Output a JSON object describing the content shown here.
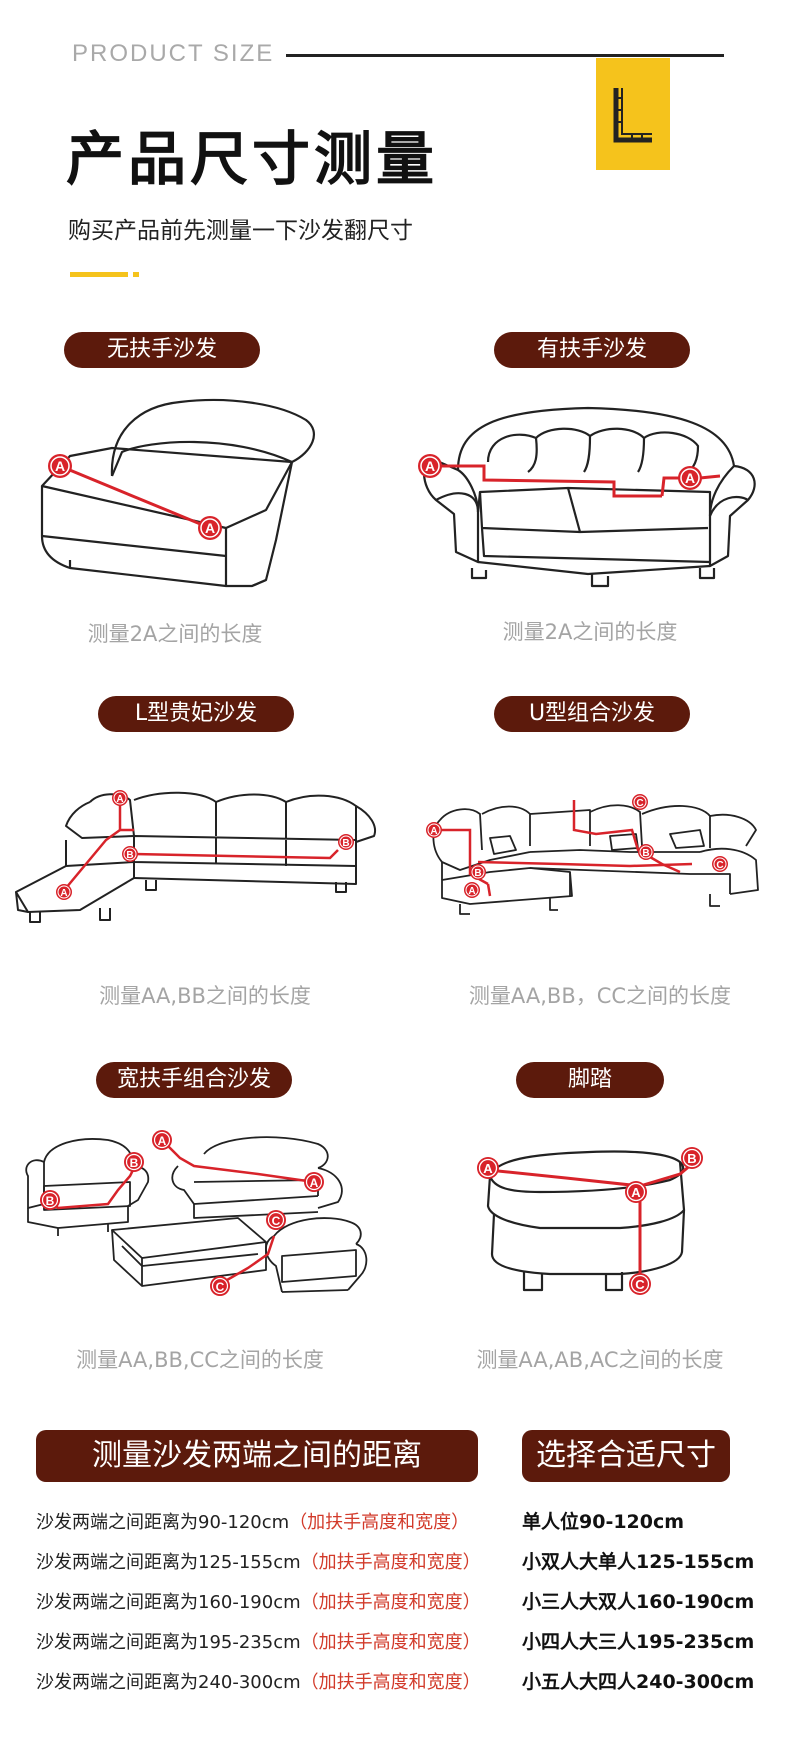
{
  "header": {
    "eng_title": "PRODUCT SIZE",
    "title": "产品尺寸测量",
    "subtitle": "购买产品前先测量一下沙发翻尺寸"
  },
  "sections": [
    {
      "label": "无扶手沙发",
      "caption": "测量2A之间的长度"
    },
    {
      "label": "有扶手沙发",
      "caption": "测量2A之间的长度"
    },
    {
      "label": "L型贵妃沙发",
      "caption": "测量AA,BB之间的长度"
    },
    {
      "label": "U型组合沙发",
      "caption": "测量AA,BB，CC之间的长度"
    },
    {
      "label": "宽扶手组合沙发",
      "caption": "测量AA,BB,CC之间的长度"
    },
    {
      "label": "脚踏",
      "caption": "测量AA,AB,AC之间的长度"
    }
  ],
  "table": {
    "left_header": "测量沙发两端之间的距离",
    "right_header": "选择合适尺寸",
    "rows": [
      {
        "text": "沙发两端之间距离为90-120cm",
        "note": "（加扶手高度和宽度）",
        "size": "单人位90-120cm"
      },
      {
        "text": "沙发两端之间距离为125-155cm",
        "note": "（加扶手高度和宽度）",
        "size": "小双人大单人125-155cm"
      },
      {
        "text": "沙发两端之间距离为160-190cm",
        "note": "（加扶手高度和宽度）",
        "size": "小三人大双人160-190cm"
      },
      {
        "text": "沙发两端之间距离为195-235cm",
        "note": "（加扶手高度和宽度）",
        "size": "小四人大三人195-235cm"
      },
      {
        "text": "沙发两端之间距离为240-300cm",
        "note": "（加扶手高度和宽度）",
        "size": "小五人大四人240-300cm"
      }
    ]
  },
  "markers": {
    "a": "A",
    "b": "B",
    "c": "C"
  },
  "colors": {
    "brown": "#5c1a0c",
    "yellow": "#f5c31c",
    "red": "#d8232a",
    "note_red": "#d23a2a"
  },
  "icons": {
    "ruler": "ruler-square-icon"
  }
}
